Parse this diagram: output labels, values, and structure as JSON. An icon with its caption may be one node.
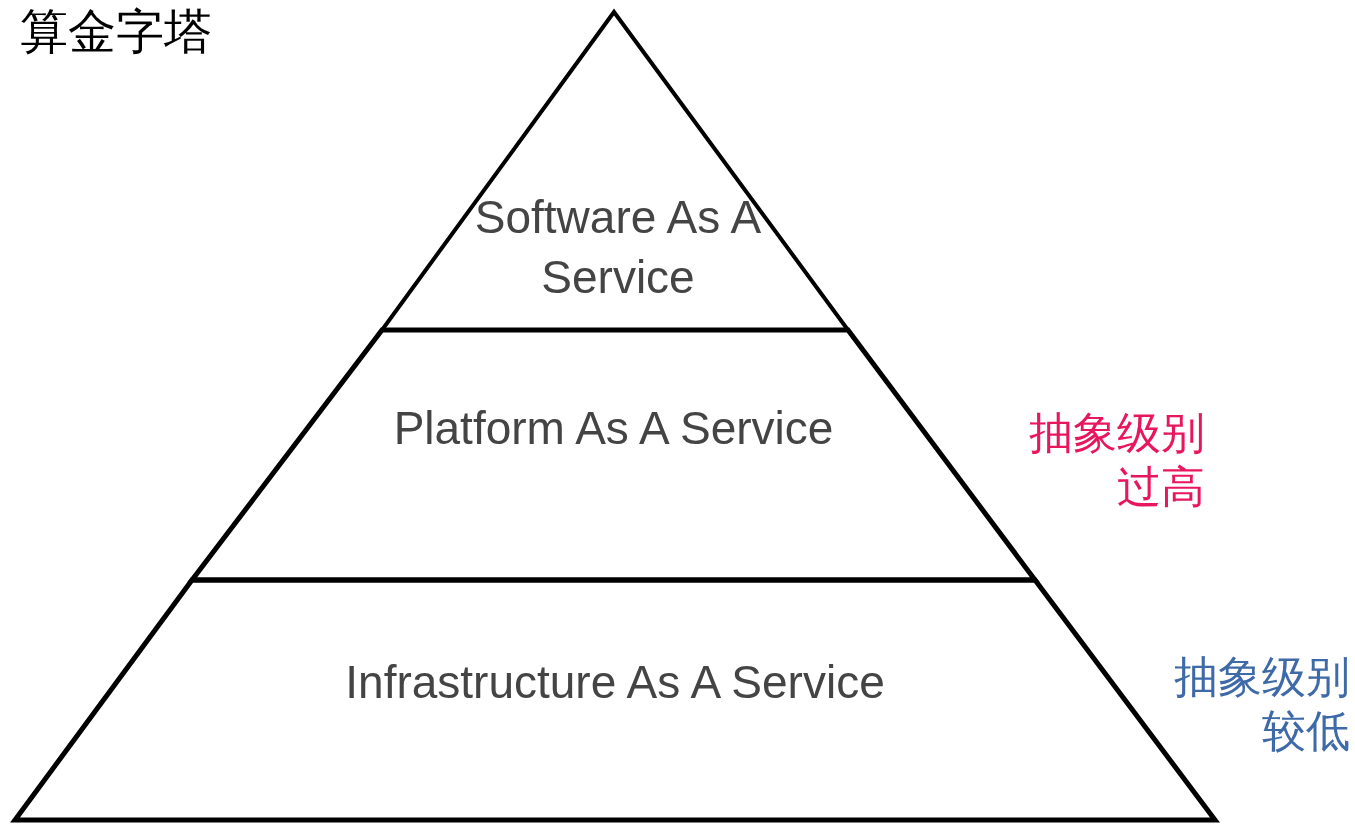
{
  "diagram": {
    "title": "算金字塔",
    "nodes": [
      {
        "text": [
          "Software As A Service"
        ]
      },
      {
        "text": [
          "Platform As A Service"
        ]
      },
      {
        "text": [
          "Infrastructure As A Service"
        ]
      }
    ],
    "labels": [
      "抽象级别过高",
      "抽象级别较低"
    ]
  }
}
